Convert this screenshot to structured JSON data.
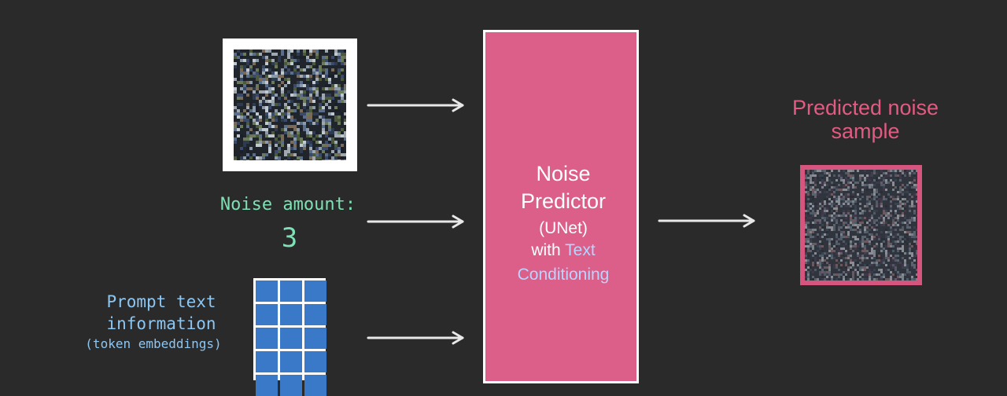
{
  "inputs": {
    "noise_amount_label": "Noise amount:",
    "noise_amount_value": "3",
    "prompt_line_1": "Prompt text",
    "prompt_line_2": "information",
    "prompt_line_3": "(token embeddings)"
  },
  "noise_predictor": {
    "line_1": "Noise",
    "line_2": "Predictor",
    "line_3": "(UNet)",
    "line_4_prefix": "with ",
    "line_4_accent": "Text",
    "line_5": "Conditioning"
  },
  "output": {
    "title_line_1": "Predicted noise",
    "title_line_2": "sample"
  },
  "colors": {
    "background": "#2a2a2a",
    "noise_amount": "#7ee0b4",
    "prompt_text": "#8ec6f2",
    "predictor_fill": "#dc5f89",
    "predictor_accent_text": "#b8d4ff",
    "predicted_title": "#e35b82",
    "token_cell": "#3a78c8"
  }
}
